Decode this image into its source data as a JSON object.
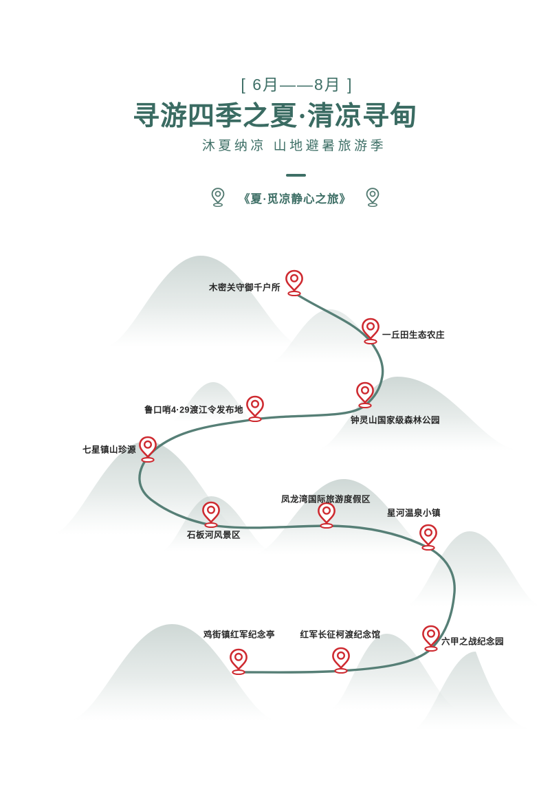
{
  "header": {
    "date_range": "[ 6月——8月 ]",
    "title": "寻游四季之夏·清凉寻甸",
    "subtitle": "沐夏纳凉 山地避暑旅游季",
    "badge_title": "《夏·觅凉静心之旅》"
  },
  "route": {
    "stops": [
      {
        "label": "木密关守御千户所",
        "label_position": "left"
      },
      {
        "label": "一丘田生态农庄",
        "label_position": "right"
      },
      {
        "label": "钟灵山国家级森林公园",
        "label_position": "below"
      },
      {
        "label": "鲁口哨4·29渡江令发布地",
        "label_position": "left"
      },
      {
        "label": "七星镇山珍源",
        "label_position": "left"
      },
      {
        "label": "石板河风景区",
        "label_position": "below"
      },
      {
        "label": "凤龙湾国际旅游度假区",
        "label_position": "above"
      },
      {
        "label": "星河温泉小镇",
        "label_position": "above"
      },
      {
        "label": "六甲之战纪念园",
        "label_position": "right"
      },
      {
        "label": "红军长征柯渡纪念馆",
        "label_position": "above"
      },
      {
        "label": "鸡街镇红军纪念亭",
        "label_position": "above"
      }
    ]
  },
  "colors": {
    "title_teal": "#3A6B62",
    "accent_teal": "#3E6F66",
    "route_line": "#567F76",
    "pin_red": "#CE2A30",
    "label_text": "#262626",
    "mountain": "#C2CECB"
  },
  "icons": {
    "pin": "location-pin"
  }
}
